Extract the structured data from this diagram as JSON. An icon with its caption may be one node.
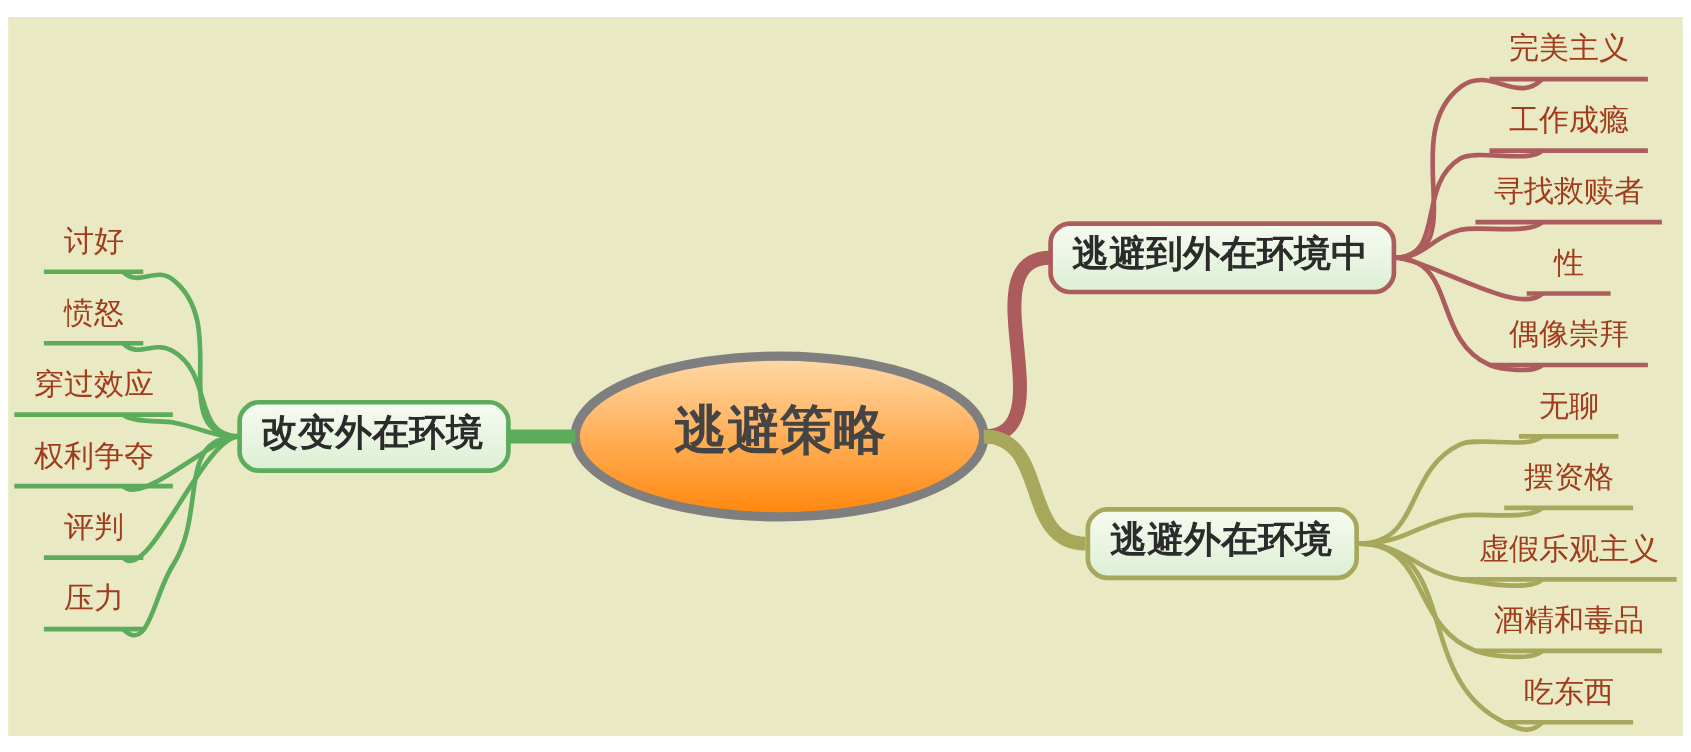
{
  "diagram": {
    "nodes": [
      {
        "text": [
          "逃避策略"
        ]
      },
      {
        "text": [
          "逃避到外在环境中"
        ]
      },
      {
        "text": [
          "完美主义"
        ]
      },
      {
        "text": [
          "工作成瘾"
        ]
      },
      {
        "text": [
          "寻找救赎者"
        ]
      },
      {
        "text": [
          "性"
        ]
      },
      {
        "text": [
          "偶像崇拜"
        ]
      },
      {
        "text": [
          "逃避外在环境"
        ]
      },
      {
        "text": [
          "无聊"
        ]
      },
      {
        "text": [
          "摆资格"
        ]
      },
      {
        "text": [
          "虚假乐观主义"
        ]
      },
      {
        "text": [
          "酒精和毒品"
        ]
      },
      {
        "text": [
          "吃东西"
        ]
      },
      {
        "text": [
          "改变外在环境"
        ]
      },
      {
        "text": [
          "讨好"
        ]
      },
      {
        "text": [
          "愤怒"
        ]
      },
      {
        "text": [
          "穿过效应"
        ]
      },
      {
        "text": [
          "权利争夺"
        ]
      },
      {
        "text": [
          "评判"
        ]
      },
      {
        "text": [
          "压力"
        ]
      }
    ],
    "edges": [
      {
        "from": 0,
        "to": 1,
        "arrow": "none",
        "style": "thick",
        "color": "#ac5c5c"
      },
      {
        "from": 1,
        "to": 2,
        "arrow": "none",
        "color": "#ac5c5c"
      },
      {
        "from": 1,
        "to": 3,
        "arrow": "none",
        "color": "#ac5c5c"
      },
      {
        "from": 1,
        "to": 4,
        "arrow": "none",
        "color": "#ac5c5c"
      },
      {
        "from": 1,
        "to": 5,
        "arrow": "none",
        "color": "#ac5c5c"
      },
      {
        "from": 1,
        "to": 6,
        "arrow": "none",
        "color": "#ac5c5c"
      },
      {
        "from": 0,
        "to": 7,
        "arrow": "none",
        "style": "thick",
        "color": "#a8a85c"
      },
      {
        "from": 7,
        "to": 8,
        "arrow": "none",
        "color": "#a8a85c"
      },
      {
        "from": 7,
        "to": 9,
        "arrow": "none",
        "color": "#a8a85c"
      },
      {
        "from": 7,
        "to": 10,
        "arrow": "none",
        "color": "#a8a85c"
      },
      {
        "from": 7,
        "to": 11,
        "arrow": "none",
        "color": "#a8a85c"
      },
      {
        "from": 7,
        "to": 12,
        "arrow": "none",
        "color": "#a8a85c"
      },
      {
        "from": 0,
        "to": 13,
        "arrow": "none",
        "style": "thick",
        "color": "#5cac5c"
      },
      {
        "from": 13,
        "to": 14,
        "arrow": "none",
        "color": "#5cac5c"
      },
      {
        "from": 13,
        "to": 15,
        "arrow": "none",
        "color": "#5cac5c"
      },
      {
        "from": 13,
        "to": 16,
        "arrow": "none",
        "color": "#5cac5c"
      },
      {
        "from": 13,
        "to": 17,
        "arrow": "none",
        "color": "#5cac5c"
      },
      {
        "from": 13,
        "to": 18,
        "arrow": "none",
        "color": "#5cac5c"
      },
      {
        "from": 13,
        "to": 19,
        "arrow": "none",
        "color": "#5cac5c"
      }
    ]
  }
}
